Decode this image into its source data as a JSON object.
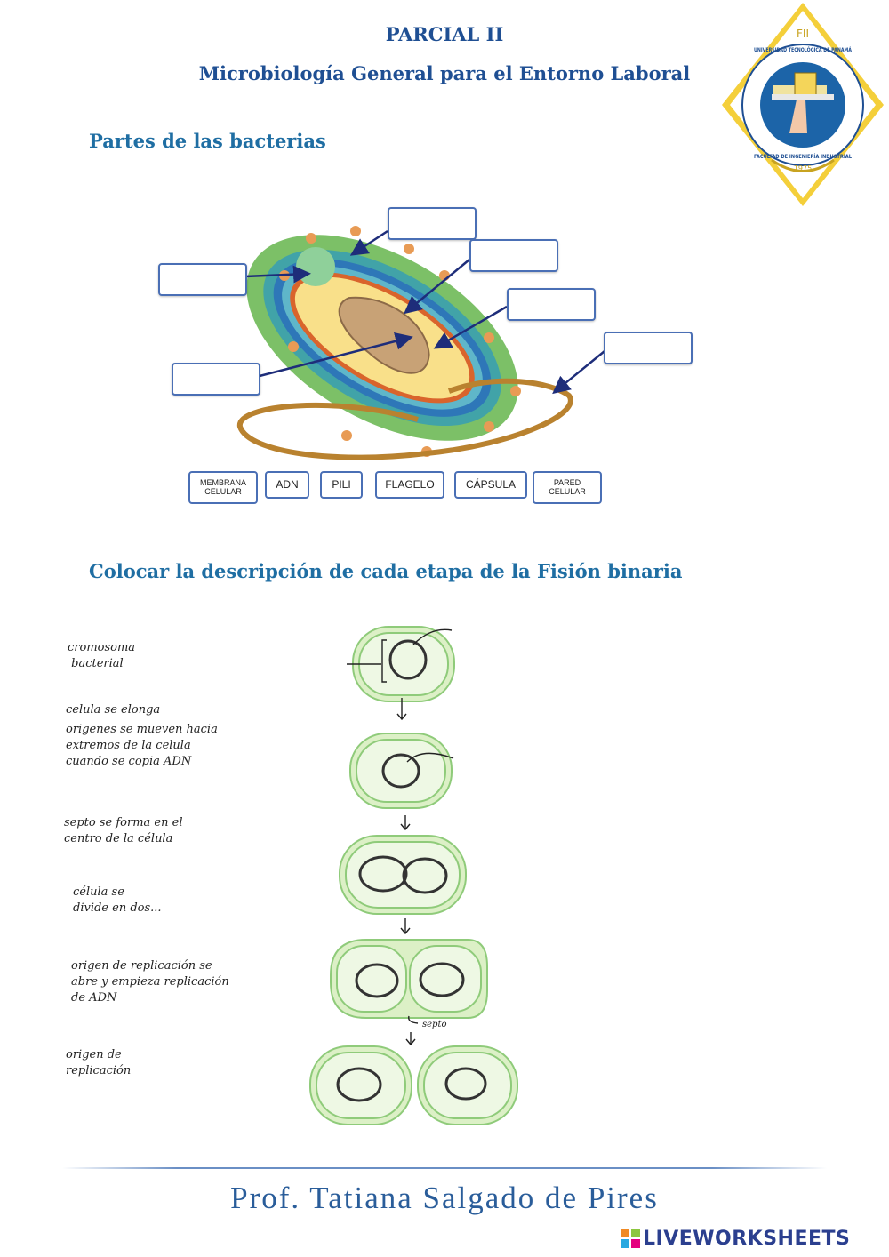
{
  "header": {
    "title": "PARCIAL II",
    "subtitle": "Microbiología General para el Entorno Laboral"
  },
  "logo": {
    "fii": "FII",
    "ring_top": "UNIVERSIDAD TECNOLÓGICA DE PANAMÁ",
    "ring_bottom": "FACULTAD DE INGENIERÍA INDUSTRIAL",
    "year": "1975"
  },
  "section1": {
    "title": "Partes de las bacterias"
  },
  "word_bank": [
    {
      "l1": "MEMBRANA",
      "l2": "CELULAR"
    },
    {
      "l1": "ADN",
      "l2": ""
    },
    {
      "l1": "PILI",
      "l2": ""
    },
    {
      "l1": "FLAGELO",
      "l2": ""
    },
    {
      "l1": "CÁPSULA",
      "l2": ""
    },
    {
      "l1": "PARED",
      "l2": "CELULAR"
    }
  ],
  "section2": {
    "title": "Colocar la descripción de cada etapa de la Fisión binaria"
  },
  "steps": [
    {
      "l1": "cromosoma",
      "l2": " bacterial",
      "l3": ""
    },
    {
      "l1": "celula se elonga",
      "l2": "",
      "l3": ""
    },
    {
      "l1": "origenes se mueven hacia",
      "l2": "extremos de la celula",
      "l3": "cuando se copia ADN"
    },
    {
      "l1": "septo se forma en el",
      "l2": "centro de la célula",
      "l3": ""
    },
    {
      "l1": "célula se",
      "l2": "divide en dos...",
      "l3": ""
    },
    {
      "l1": "origen de replicación se",
      "l2": "abre y empieza replicación",
      "l3": "de ADN"
    },
    {
      "l1": "origen de",
      "l2": "replicación",
      "l3": ""
    }
  ],
  "septo_label": "septo",
  "footer": {
    "author": "Prof. Tatiana Salgado de Pires"
  },
  "brand": {
    "name": "LIVEWORKSHEETS"
  },
  "colors": {
    "title_blue": "#1f4f93",
    "section_blue": "#1f6ea3",
    "cell_green": "#dcf0c6",
    "cell_border": "#8fcb7a",
    "box_border": "#4a6fb5"
  }
}
